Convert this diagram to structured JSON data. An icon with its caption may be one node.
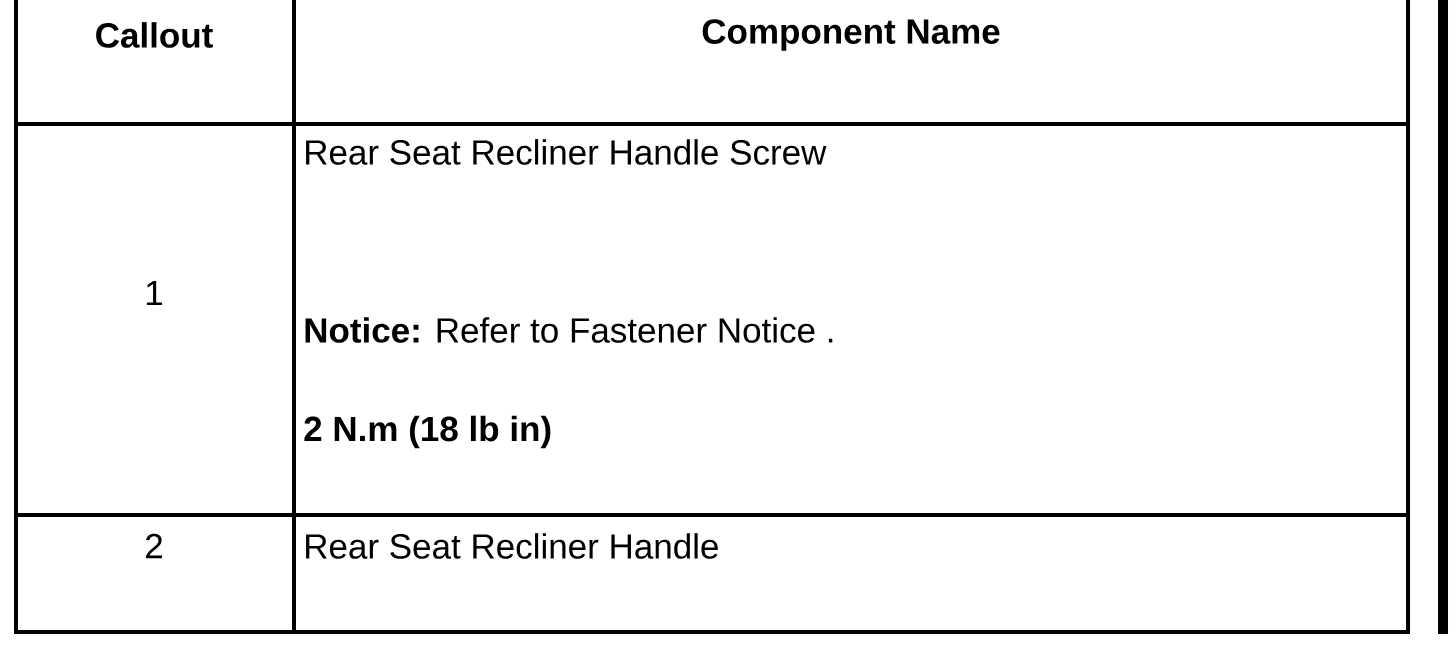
{
  "diagram": {
    "labels": [
      "Callout",
      "Component Name",
      "1",
      "Rear Seat Recliner Handle Screw",
      "**Notice:** Refer to Fastener Notice .",
      "2 N.m (18 lb in)",
      "2",
      "Rear Seat Recliner Handle"
    ]
  }
}
